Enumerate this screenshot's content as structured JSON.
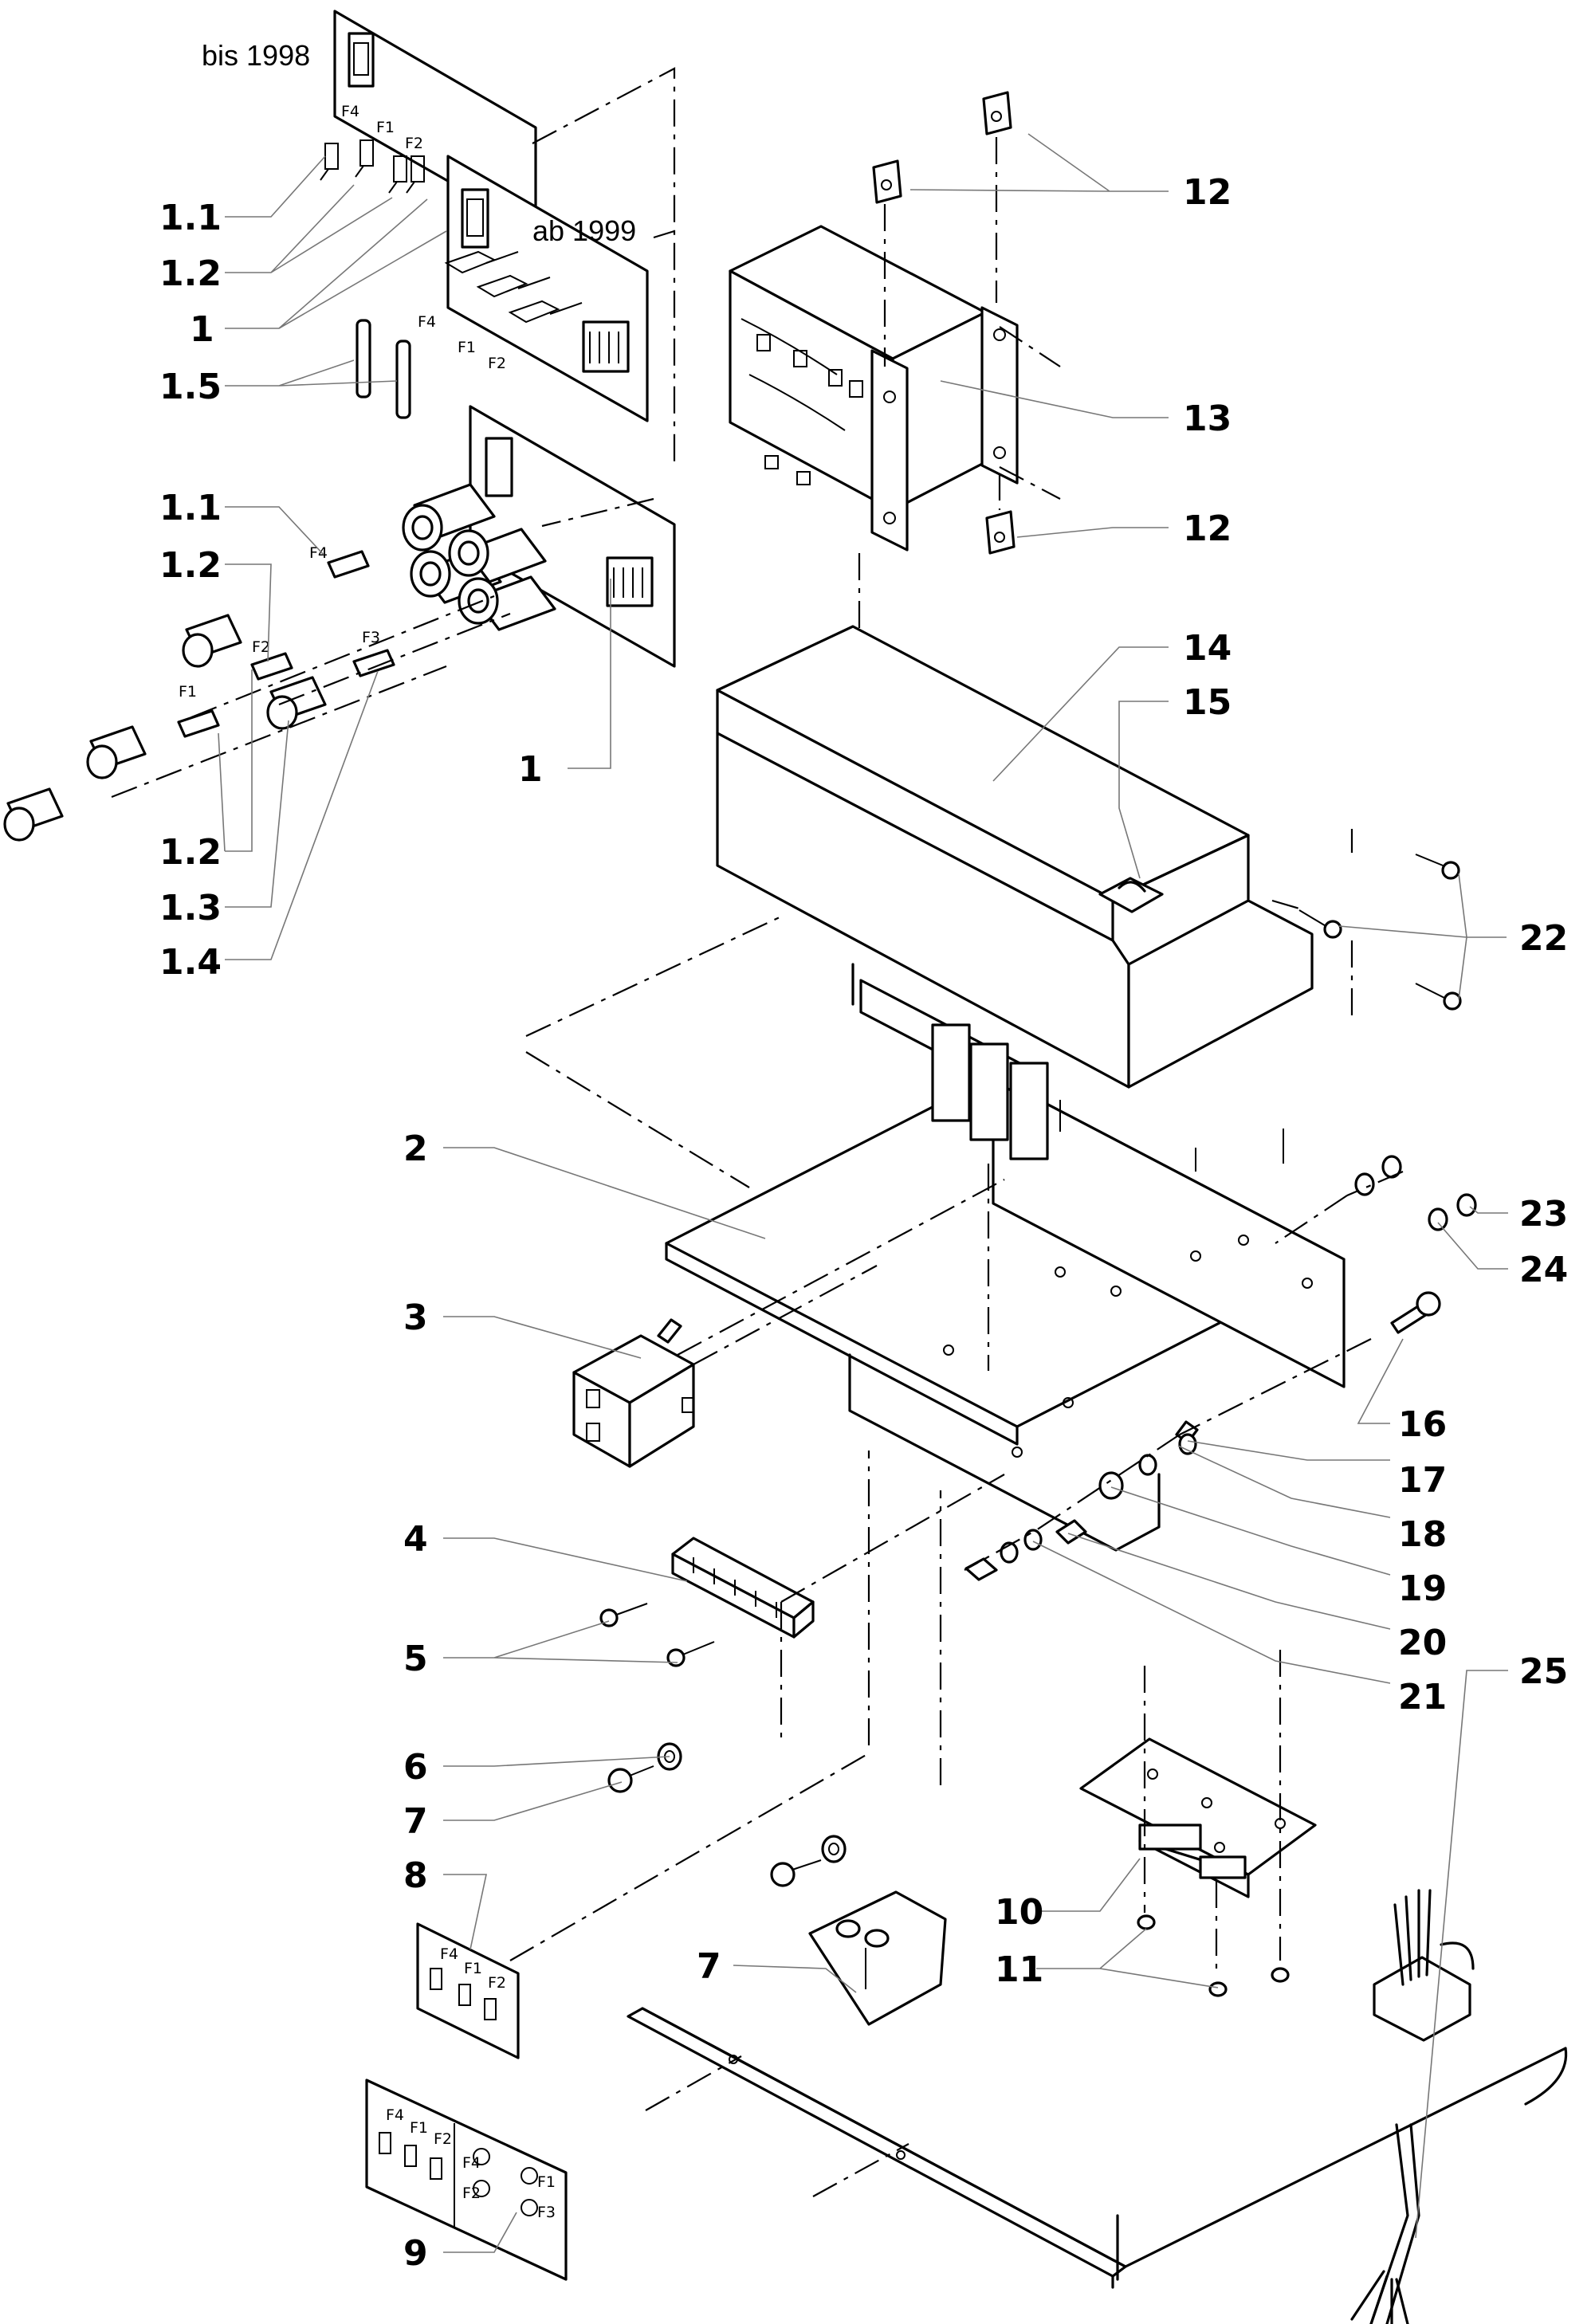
{
  "annotations": {
    "bis": "bis 1998",
    "ab": "ab 1999"
  },
  "callouts": {
    "c1_1a": "1.1",
    "c1_2a": "1.2",
    "c1a": "1",
    "c1_5": "1.5",
    "c1_1b": "1.1",
    "c1_2b": "1.2",
    "c1b": "1",
    "c1_2c": "1.2",
    "c1_3": "1.3",
    "c1_4": "1.4",
    "c2": "2",
    "c3": "3",
    "c4": "4",
    "c5": "5",
    "c6": "6",
    "c7a": "7",
    "c8": "8",
    "c9": "9",
    "c7b": "7",
    "c10": "10",
    "c11": "11",
    "c12a": "12",
    "c13": "13",
    "c12b": "12",
    "c14": "14",
    "c15": "15",
    "c22": "22",
    "c23": "23",
    "c24": "24",
    "c16": "16",
    "c17": "17",
    "c18": "18",
    "c19": "19",
    "c20": "20",
    "c21": "21",
    "c25": "25"
  },
  "fuse_marks": {
    "f4": "F4",
    "f1": "F1",
    "f2": "F2",
    "f3": "F3"
  }
}
